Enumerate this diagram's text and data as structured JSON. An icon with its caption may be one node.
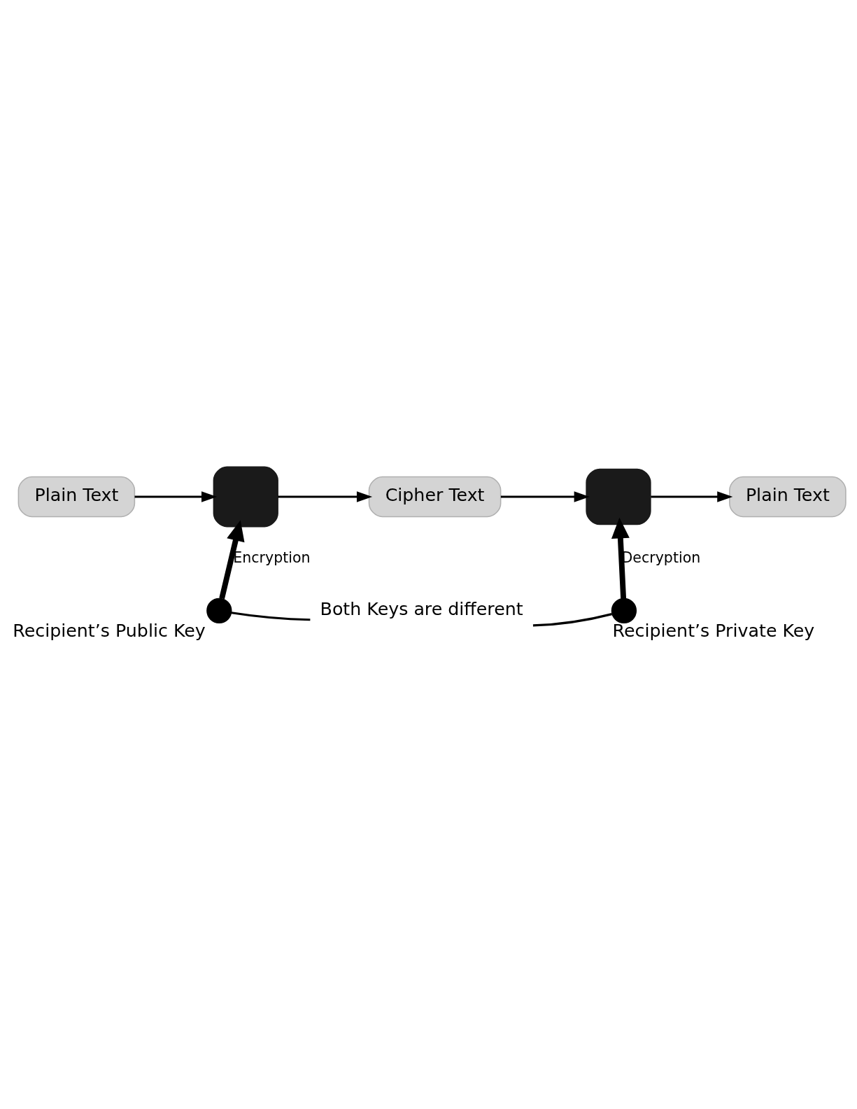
{
  "diagram": {
    "nodes": [
      {
        "text": [
          "Plain Text"
        ]
      },
      {
        "text": [],
        "shape": "box"
      },
      {
        "text": [
          "Cipher Text"
        ]
      },
      {
        "text": [],
        "shape": "box"
      },
      {
        "text": [
          "Plain Text"
        ]
      },
      {
        "text": [],
        "shape": "circle",
        "beside": [
          "Recipient’s Public Key"
        ]
      },
      {
        "text": [],
        "shape": "circle",
        "beside": [
          "Recipient’s Private Key"
        ]
      },
      {
        "text": [
          "Both Keys are different"
        ]
      }
    ],
    "edges": [
      {
        "from": 0,
        "to": 1,
        "arrow": "to"
      },
      {
        "from": 1,
        "to": 2,
        "arrow": "to"
      },
      {
        "from": 2,
        "to": 3,
        "arrow": "to"
      },
      {
        "from": 3,
        "to": 4,
        "arrow": "to"
      },
      {
        "from": 5,
        "to": 1,
        "arrow": "to",
        "label": "Encryption",
        "style": "thick"
      },
      {
        "from": 6,
        "to": 3,
        "arrow": "to",
        "label": "Decryption",
        "style": "thick"
      },
      {
        "from": 7,
        "to": 5,
        "arrow": "none"
      },
      {
        "from": 7,
        "to": 6,
        "arrow": "none"
      }
    ]
  }
}
